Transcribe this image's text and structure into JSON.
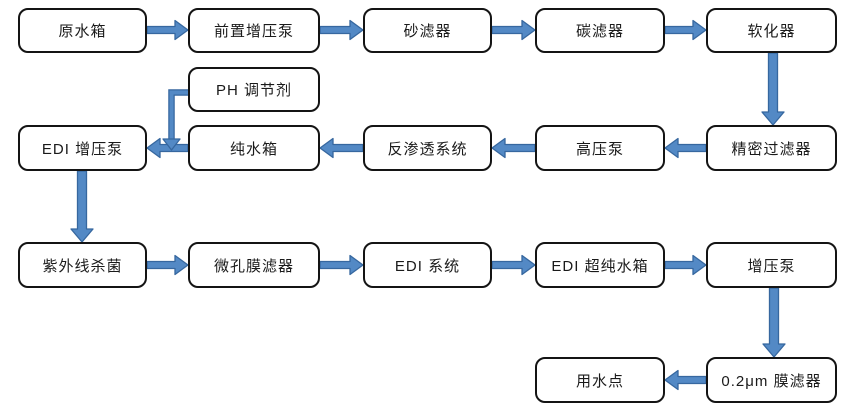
{
  "diagram": {
    "type": "flowchart",
    "language": "zh-CN"
  },
  "colors": {
    "arrow_fill": "#5389c5",
    "arrow_stroke": "#36679f",
    "box_border": "#141414",
    "box_fill": "#ffffff",
    "text": "#1a1a1a"
  },
  "nodes": {
    "raw_water_tank": {
      "label": "原水箱"
    },
    "pre_boost_pump": {
      "label": "前置增压泵"
    },
    "sand_filter": {
      "label": "砂滤器"
    },
    "carbon_filter": {
      "label": "碳滤器"
    },
    "softener": {
      "label": "软化器"
    },
    "ph_dosing": {
      "label": "PH 调节剂"
    },
    "edi_boost_pump": {
      "label": "EDI 增压泵"
    },
    "pure_water_tank": {
      "label": "纯水箱"
    },
    "ro_system": {
      "label": "反渗透系统"
    },
    "high_pressure_pump": {
      "label": "高压泵"
    },
    "precision_filter": {
      "label": "精密过滤器"
    },
    "uv_sterilizer": {
      "label": "紫外线杀菌"
    },
    "micro_membrane_filter": {
      "label": "微孔膜滤器"
    },
    "edi_system": {
      "label": "EDI 系统"
    },
    "edi_ultrapure_tank": {
      "label": "EDI 超纯水箱"
    },
    "boost_pump": {
      "label": "增压泵"
    },
    "membrane_filter_02um": {
      "label": "0.2μm 膜滤器"
    },
    "use_point": {
      "label": "用水点"
    }
  },
  "edges": [
    {
      "from": "raw_water_tank",
      "to": "pre_boost_pump"
    },
    {
      "from": "pre_boost_pump",
      "to": "sand_filter"
    },
    {
      "from": "sand_filter",
      "to": "carbon_filter"
    },
    {
      "from": "carbon_filter",
      "to": "softener"
    },
    {
      "from": "softener",
      "to": "precision_filter"
    },
    {
      "from": "precision_filter",
      "to": "high_pressure_pump"
    },
    {
      "from": "high_pressure_pump",
      "to": "ro_system"
    },
    {
      "from": "ro_system",
      "to": "pure_water_tank"
    },
    {
      "from": "pure_water_tank",
      "to": "edi_boost_pump"
    },
    {
      "from": "ph_dosing",
      "to": "edi_boost_pump"
    },
    {
      "from": "edi_boost_pump",
      "to": "uv_sterilizer"
    },
    {
      "from": "uv_sterilizer",
      "to": "micro_membrane_filter"
    },
    {
      "from": "micro_membrane_filter",
      "to": "edi_system"
    },
    {
      "from": "edi_system",
      "to": "edi_ultrapure_tank"
    },
    {
      "from": "edi_ultrapure_tank",
      "to": "boost_pump"
    },
    {
      "from": "boost_pump",
      "to": "membrane_filter_02um"
    },
    {
      "from": "membrane_filter_02um",
      "to": "use_point"
    }
  ]
}
